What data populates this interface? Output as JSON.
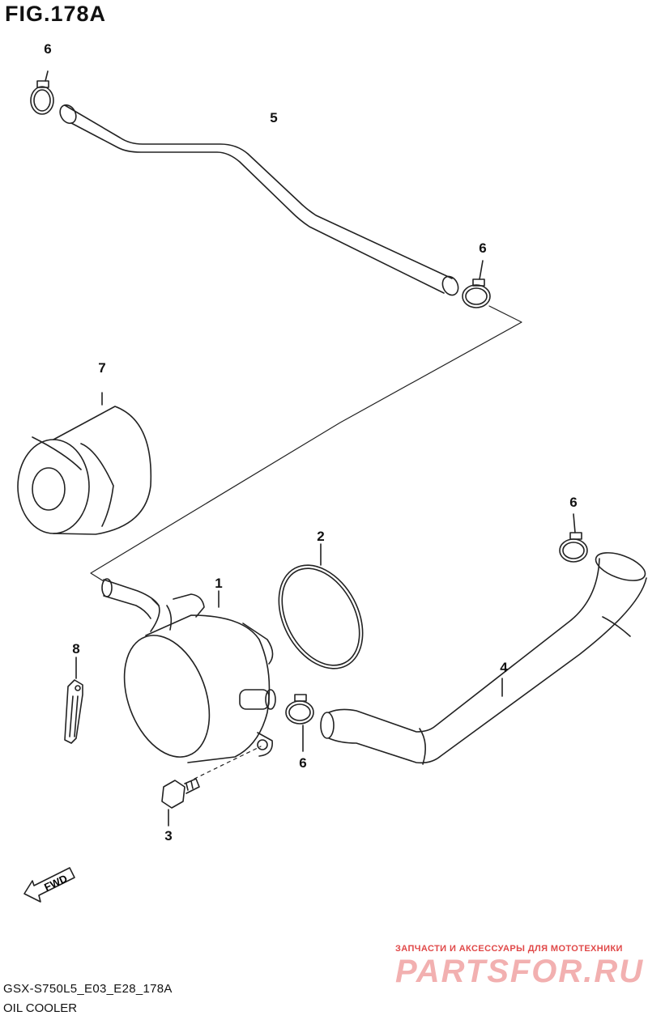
{
  "figure": {
    "title": "FIG.178A",
    "model_code": "GSX-S750L5_E03_E28_178A",
    "section_name": "OIL COOLER"
  },
  "callouts": [
    {
      "id": "c1",
      "label": "1"
    },
    {
      "id": "c2",
      "label": "2"
    },
    {
      "id": "c3",
      "label": "3"
    },
    {
      "id": "c4",
      "label": "4"
    },
    {
      "id": "c5",
      "label": "5"
    },
    {
      "id": "c6a",
      "label": "6"
    },
    {
      "id": "c6b",
      "label": "6"
    },
    {
      "id": "c6c",
      "label": "6"
    },
    {
      "id": "c6d",
      "label": "6"
    },
    {
      "id": "c7",
      "label": "7"
    },
    {
      "id": "c8",
      "label": "8"
    }
  ],
  "fwd_arrow": {
    "label": "FWD"
  },
  "watermark": {
    "tagline": "ЗАПЧАСТИ И АКСЕССУАРЫ ДЛЯ МОТОТЕХНИКИ",
    "brand": "PARTSFOR.RU"
  }
}
